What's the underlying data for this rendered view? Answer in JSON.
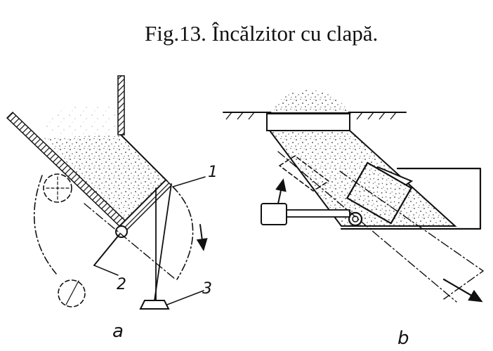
{
  "figure": {
    "title": "Fig.13. Încălzitor cu clapă.",
    "panel_a_label": "a",
    "panel_b_label": "b",
    "callouts": {
      "one": "1",
      "two": "2",
      "three": "3"
    }
  }
}
